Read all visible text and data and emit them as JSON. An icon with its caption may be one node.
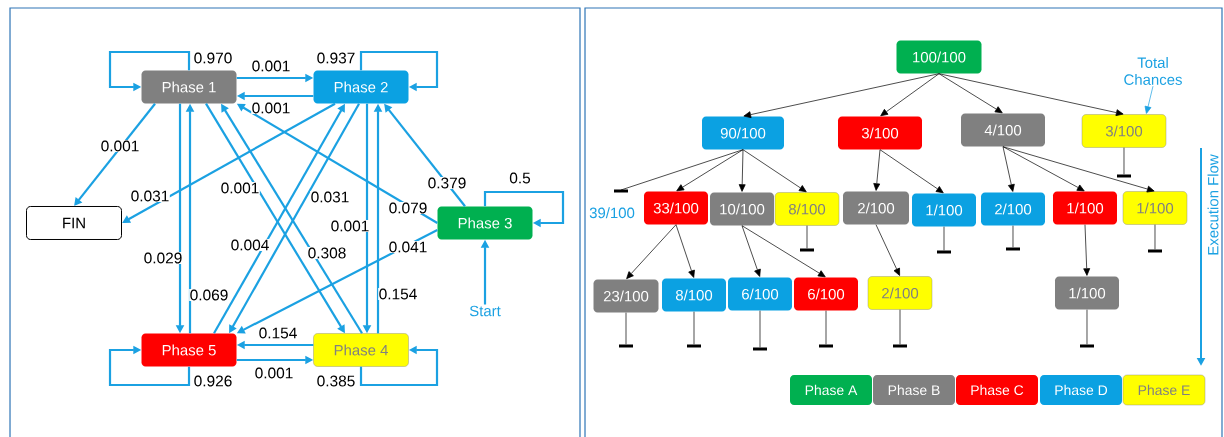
{
  "diagram": {
    "nodes": [
      {
        "text": [
          "Phase 1"
        ]
      },
      {
        "text": [
          "Phase 2"
        ]
      },
      {
        "text": [
          "FIN"
        ]
      },
      {
        "text": [
          "Phase 3"
        ]
      },
      {
        "text": [
          "Start"
        ]
      },
      {
        "text": [
          "Phase 5"
        ]
      },
      {
        "text": [
          "Phase 4"
        ]
      },
      {
        "text": [
          "100/100"
        ]
      },
      {
        "text": [
          "Total Chances"
        ]
      },
      {
        "text": [
          "90/100"
        ]
      },
      {
        "text": [
          "3/100"
        ]
      },
      {
        "text": [
          "4/100"
        ]
      },
      {
        "text": [
          "3/100"
        ]
      },
      {
        "text": [
          "33/100"
        ]
      },
      {
        "text": [
          "10/100"
        ]
      },
      {
        "text": [
          "8/100"
        ]
      },
      {
        "text": [
          "2/100"
        ]
      },
      {
        "text": [
          "1/100"
        ]
      },
      {
        "text": [
          "2/100"
        ]
      },
      {
        "text": [
          "1/100"
        ]
      },
      {
        "text": [
          "1/100"
        ]
      },
      {
        "text": [
          "23/100"
        ]
      },
      {
        "text": [
          "8/100"
        ]
      },
      {
        "text": [
          "6/100"
        ]
      },
      {
        "text": [
          "6/100"
        ]
      },
      {
        "text": [
          "2/100"
        ]
      },
      {
        "text": [
          "1/100"
        ]
      },
      {
        "text": [],
        "shape": "bar",
        "beside": [
          "39/100"
        ]
      },
      {
        "text": [],
        "shape": "bar"
      },
      {
        "text": [],
        "shape": "bar"
      },
      {
        "text": [],
        "shape": "bar"
      },
      {
        "text": [],
        "shape": "bar"
      },
      {
        "text": [],
        "shape": "bar"
      },
      {
        "text": [],
        "shape": "bar"
      },
      {
        "text": [],
        "shape": "bar"
      },
      {
        "text": [],
        "shape": "bar"
      },
      {
        "text": [],
        "shape": "bar"
      },
      {
        "text": [],
        "shape": "bar"
      },
      {
        "text": [],
        "shape": "bar"
      }
    ],
    "edges": [
      {
        "from": 0,
        "to": 0,
        "arrow": "to",
        "label": "0.970",
        "color": "#1ba1e2"
      },
      {
        "from": 1,
        "to": 1,
        "arrow": "to",
        "label": "0.937",
        "color": "#1ba1e2"
      },
      {
        "from": 0,
        "to": 1,
        "arrow": "to",
        "label": "0.001",
        "color": "#1ba1e2"
      },
      {
        "from": 1,
        "to": 0,
        "arrow": "to",
        "label": "0.001",
        "color": "#1ba1e2"
      },
      {
        "from": 0,
        "to": 2,
        "arrow": "to",
        "label": "0.001",
        "color": "#1ba1e2"
      },
      {
        "from": 1,
        "to": 2,
        "arrow": "to",
        "label": "0.031",
        "color": "#1ba1e2"
      },
      {
        "from": 3,
        "to": 3,
        "arrow": "to",
        "label": "0.5",
        "color": "#1ba1e2"
      },
      {
        "from": 3,
        "to": 1,
        "arrow": "to",
        "label": "0.379",
        "color": "#1ba1e2"
      },
      {
        "from": 3,
        "to": 0,
        "arrow": "to",
        "label": "0.079",
        "color": "#1ba1e2"
      },
      {
        "from": 3,
        "to": 5,
        "arrow": "to",
        "label": "0.041",
        "color": "#1ba1e2"
      },
      {
        "from": 4,
        "to": 3,
        "arrow": "to",
        "color": "#1ba1e2"
      },
      {
        "from": 0,
        "to": 5,
        "arrow": "to",
        "label": "0.029",
        "color": "#1ba1e2"
      },
      {
        "from": 5,
        "to": 0,
        "arrow": "to",
        "label": "0.069",
        "color": "#1ba1e2"
      },
      {
        "from": 0,
        "to": 6,
        "arrow": "to",
        "label": "0.001",
        "color": "#1ba1e2"
      },
      {
        "from": 6,
        "to": 0,
        "arrow": "to",
        "label": "0.308",
        "color": "#1ba1e2"
      },
      {
        "from": 1,
        "to": 5,
        "arrow": "to",
        "label": "0.004",
        "color": "#1ba1e2"
      },
      {
        "from": 5,
        "to": 1,
        "arrow": "to",
        "label": "0.031",
        "color": "#1ba1e2"
      },
      {
        "from": 1,
        "to": 6,
        "arrow": "to",
        "label": "0.001",
        "color": "#1ba1e2"
      },
      {
        "from": 6,
        "to": 1,
        "arrow": "to",
        "label": "0.154",
        "color": "#1ba1e2"
      },
      {
        "from": 6,
        "to": 5,
        "arrow": "to",
        "label": "0.154",
        "color": "#1ba1e2"
      },
      {
        "from": 5,
        "to": 6,
        "arrow": "to",
        "label": "0.001",
        "color": "#1ba1e2"
      },
      {
        "from": 5,
        "to": 5,
        "arrow": "to",
        "label": "0.926",
        "color": "#1ba1e2"
      },
      {
        "from": 6,
        "to": 6,
        "arrow": "to",
        "label": "0.385",
        "color": "#1ba1e2"
      },
      {
        "from": 7,
        "to": 9,
        "arrow": "to"
      },
      {
        "from": 7,
        "to": 10,
        "arrow": "to"
      },
      {
        "from": 7,
        "to": 11,
        "arrow": "to"
      },
      {
        "from": 7,
        "to": 12,
        "arrow": "to"
      },
      {
        "from": 9,
        "to": 27,
        "arrow": "none"
      },
      {
        "from": 9,
        "to": 13,
        "arrow": "to"
      },
      {
        "from": 9,
        "to": 14,
        "arrow": "to"
      },
      {
        "from": 9,
        "to": 15,
        "arrow": "to"
      },
      {
        "from": 10,
        "to": 16,
        "arrow": "to"
      },
      {
        "from": 10,
        "to": 17,
        "arrow": "to"
      },
      {
        "from": 11,
        "to": 18,
        "arrow": "to"
      },
      {
        "from": 11,
        "to": 19,
        "arrow": "to"
      },
      {
        "from": 11,
        "to": 20,
        "arrow": "to"
      },
      {
        "from": 12,
        "to": 28,
        "arrow": "none"
      },
      {
        "from": 8,
        "to": 12,
        "arrow": "to",
        "color": "#1ba1e2"
      },
      {
        "from": 13,
        "to": 21,
        "arrow": "to"
      },
      {
        "from": 13,
        "to": 22,
        "arrow": "to"
      },
      {
        "from": 14,
        "to": 23,
        "arrow": "to"
      },
      {
        "from": 14,
        "to": 24,
        "arrow": "to"
      },
      {
        "from": 15,
        "to": 29,
        "arrow": "none"
      },
      {
        "from": 16,
        "to": 25,
        "arrow": "to"
      },
      {
        "from": 17,
        "to": 30,
        "arrow": "none"
      },
      {
        "from": 18,
        "to": 31,
        "arrow": "none"
      },
      {
        "from": 19,
        "to": 26,
        "arrow": "to"
      },
      {
        "from": 20,
        "to": 32,
        "arrow": "none"
      },
      {
        "from": 21,
        "to": 33,
        "arrow": "none"
      },
      {
        "from": 22,
        "to": 34,
        "arrow": "none"
      },
      {
        "from": 23,
        "to": 35,
        "arrow": "none"
      },
      {
        "from": 24,
        "to": 36,
        "arrow": "none"
      },
      {
        "from": 25,
        "to": 37,
        "arrow": "none"
      },
      {
        "from": 26,
        "to": 38,
        "arrow": "none"
      }
    ],
    "labels": [
      "Execution Flow"
    ],
    "legend": [
      {
        "text": "Phase A",
        "color": "#00b050"
      },
      {
        "text": "Phase B",
        "color": "#808080"
      },
      {
        "text": "Phase C",
        "color": "#ff0000"
      },
      {
        "text": "Phase D",
        "color": "#0ba1e2"
      },
      {
        "text": "Phase E",
        "color": "#ffff00"
      }
    ]
  }
}
